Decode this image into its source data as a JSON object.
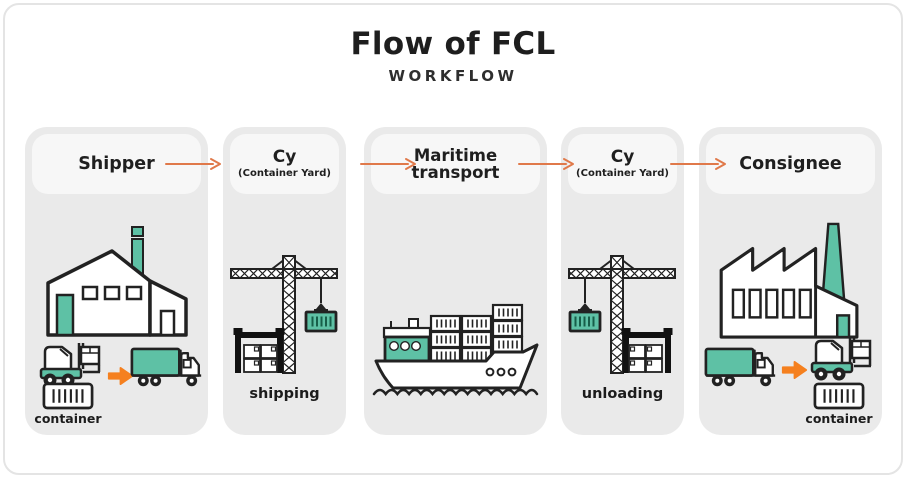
{
  "title": "Flow of FCL",
  "subtitle": "WORKFLOW",
  "colors": {
    "teal": "#5EC1A5",
    "outline": "#222222",
    "flow_arrow_orange": "#E0794A",
    "transfer_arrow_orange": "#F5801F",
    "column_bg": "#EAEAEA",
    "header_bg": "#F7F7F7",
    "canvas_bg": "#FFFFFF",
    "text_dark": "#1F1F1F"
  },
  "columns": [
    {
      "title": "Shipper",
      "caption": "container",
      "illustration": "warehouse-forklift-container-truck"
    },
    {
      "title": "Cy",
      "subtitle": "(Container Yard)",
      "caption": "shipping",
      "illustration": "tower-crane-loading-container"
    },
    {
      "title": "Maritime transport",
      "illustration": "container-ship-on-waves"
    },
    {
      "title": "Cy",
      "subtitle": "(Container Yard)",
      "caption": "unloading",
      "illustration": "tower-crane-unloading-container"
    },
    {
      "title": "Consignee",
      "caption": "container",
      "illustration": "factory-truck-forklift-container"
    }
  ],
  "icons": {
    "flow_arrow": "thin-right-arrow",
    "transfer_arrow": "bold-right-arrow",
    "warehouse": "warehouse-building",
    "factory": "factory-building",
    "forklift": "forklift-with-box",
    "truck": "cargo-truck",
    "container": "shipping-container",
    "crane": "tower-crane-with-hanging-container",
    "ship": "container-ship"
  }
}
